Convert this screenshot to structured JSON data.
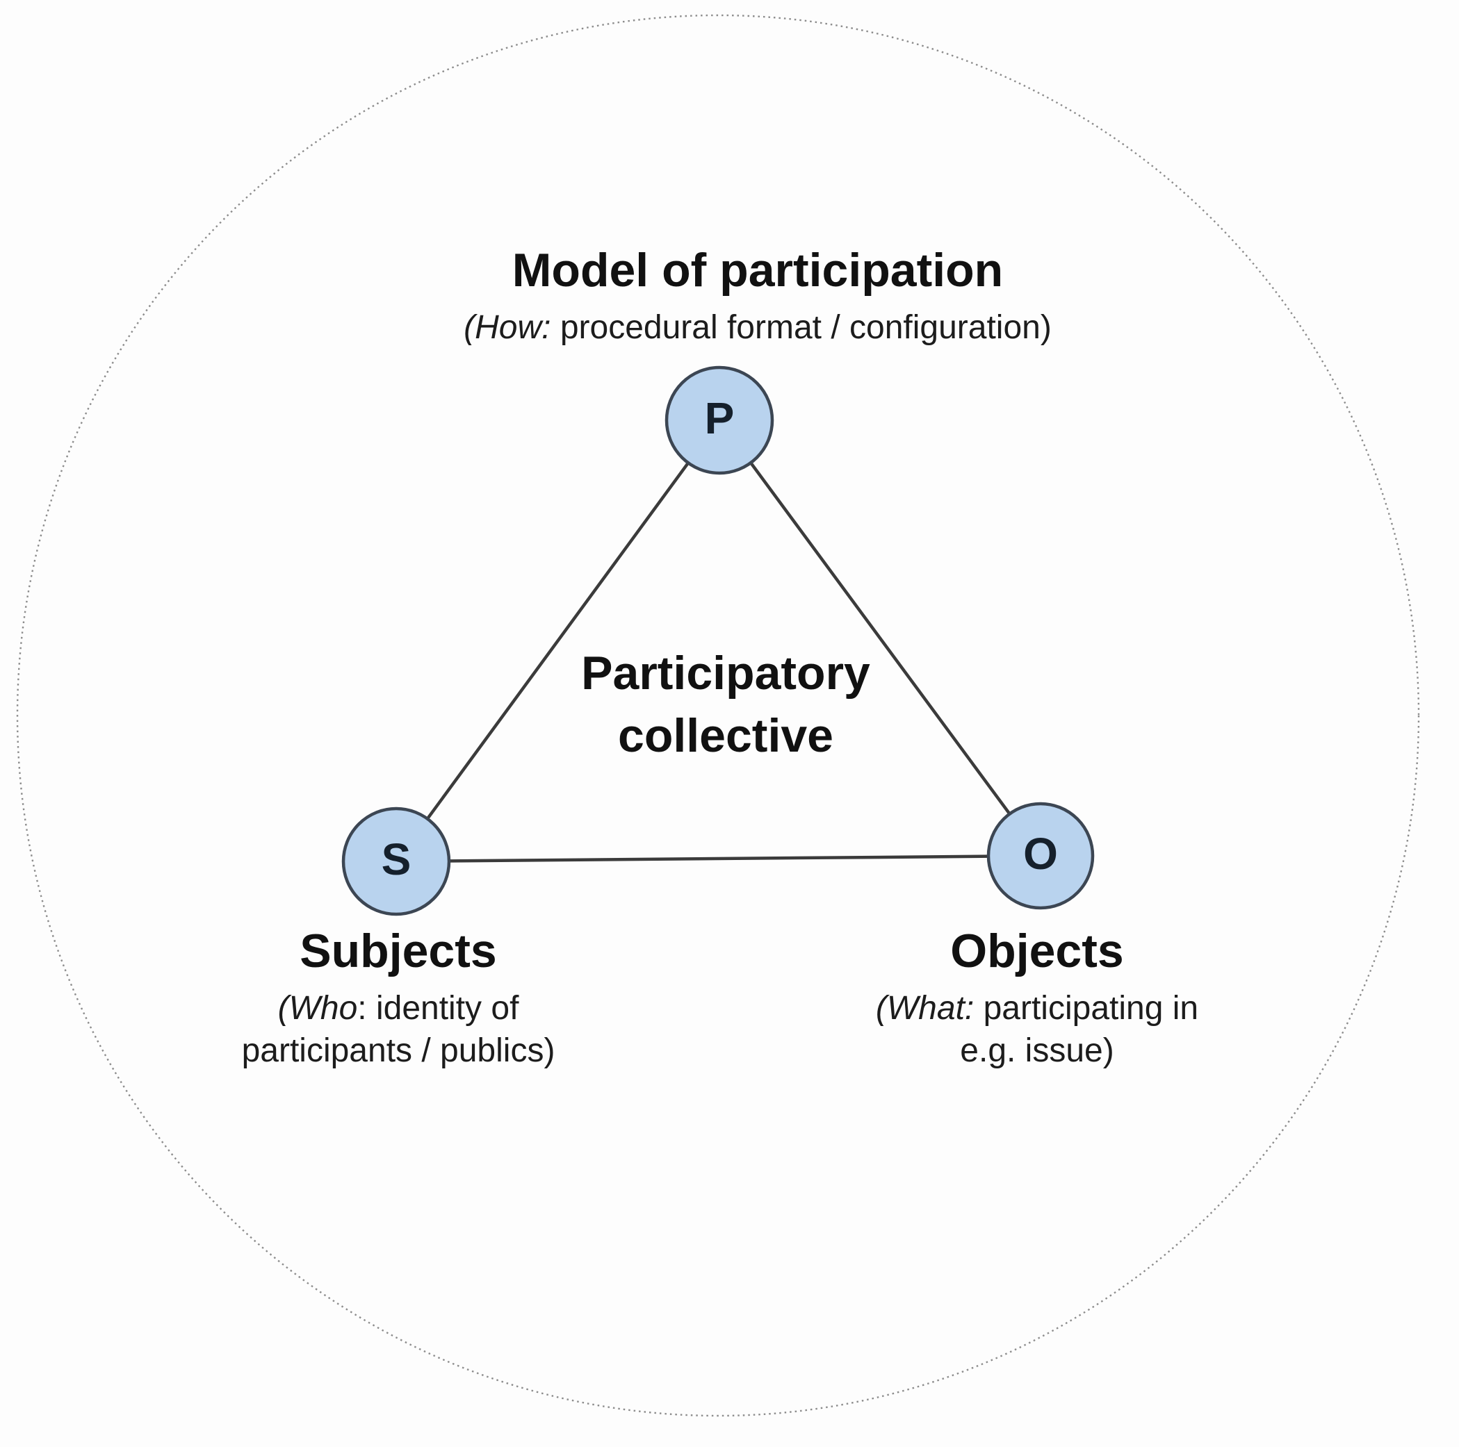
{
  "figure": {
    "top": {
      "title": "Model of participation",
      "subtitle_italic": "(How:",
      "subtitle_rest": " procedural format / configuration)"
    },
    "center": {
      "line1": "Participatory",
      "line2": "collective"
    },
    "nodes": {
      "p": "P",
      "s": "S",
      "o": "O"
    },
    "subjects": {
      "title": "Subjects",
      "subtitle_italic": "(Who",
      "subtitle_rest": ": identity of",
      "subtitle_line2": "participants / publics)"
    },
    "objects": {
      "title": "Objects",
      "subtitle_italic": "(What:",
      "subtitle_rest": " participating in",
      "subtitle_line2": "e.g. issue)"
    },
    "colors": {
      "node_fill": "#b9d3ee",
      "node_stroke": "#3c4653",
      "edge_line": "#3b3b3b",
      "outer_circle": "#8c8c8c",
      "text": "#161616"
    }
  }
}
